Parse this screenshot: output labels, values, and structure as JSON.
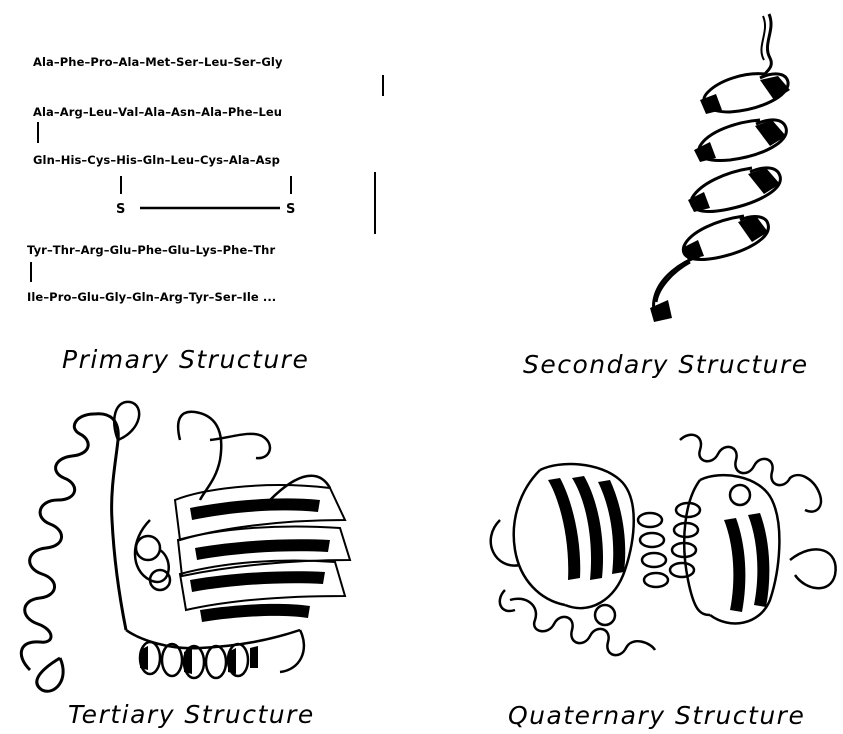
{
  "primary": {
    "rows": [
      "Ala–Phe–Pro–Ala–Met–Ser–Leu–Ser–Gly",
      "Ala–Arg–Leu–Val–Ala–Asn–Ala–Phe–Leu",
      "Gln–His–Cys–His–Gln–Leu–Cys–Ala–Asp",
      "Tyr–Thr–Arg–Glu–Phe–Glu–Lys–Phe–Thr",
      "Ile–Pro–Glu–Gly–Gln–Arg–Tyr–Ser–Ile  ..."
    ],
    "disulfide": [
      "S",
      "S"
    ]
  },
  "captions": {
    "primary": "Primary Structure",
    "secondary": "Secondary Structure",
    "tertiary": "Tertiary Structure",
    "quaternary": "Quaternary Structure"
  }
}
